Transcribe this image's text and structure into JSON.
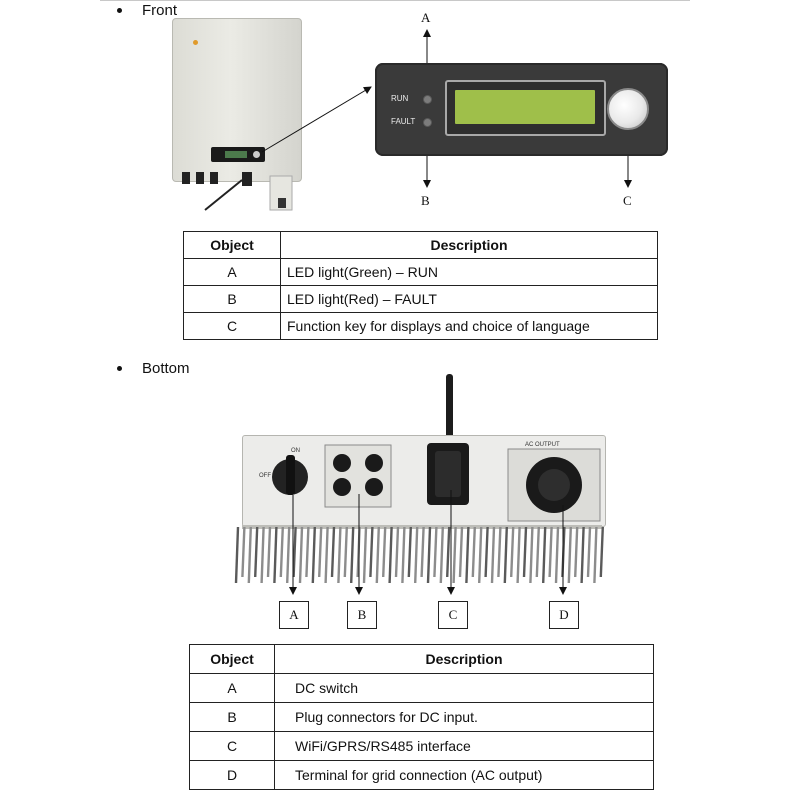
{
  "front": {
    "heading": "Front",
    "panel": {
      "run_label": "RUN",
      "fault_label": "FAULT"
    },
    "callouts": {
      "a": "A",
      "b": "B",
      "c": "C"
    },
    "table": {
      "headers": [
        "Object",
        "Description"
      ],
      "rows": [
        {
          "object": "A",
          "description": "LED light(Green) – RUN"
        },
        {
          "object": "B",
          "description": "LED light(Red) – FAULT"
        },
        {
          "object": "C",
          "description": "Function key for displays and choice of language"
        }
      ]
    }
  },
  "bottom": {
    "heading": "Bottom",
    "photo": {
      "off_label": "OFF",
      "on_label": "ON",
      "ac_output_label": "AC OUTPUT"
    },
    "callouts": {
      "a": "A",
      "b": "B",
      "c": "C",
      "d": "D"
    },
    "table": {
      "headers": [
        "Object",
        "Description"
      ],
      "rows": [
        {
          "object": "A",
          "description": "DC switch"
        },
        {
          "object": "B",
          "description": "Plug connectors for DC input."
        },
        {
          "object": "C",
          "description": "WiFi/GPRS/RS485  interface"
        },
        {
          "object": "D",
          "description": "Terminal for grid connection (AC output)"
        }
      ]
    }
  },
  "colors": {
    "panel": "#3a3a3a",
    "lcd": "#9fbf4a",
    "led_off": "#7c7c7c",
    "text": "#111111"
  },
  "icons": {
    "bullet": "bullet-dot-icon",
    "arrow": "arrow-icon",
    "function_key": "round-key-icon"
  }
}
